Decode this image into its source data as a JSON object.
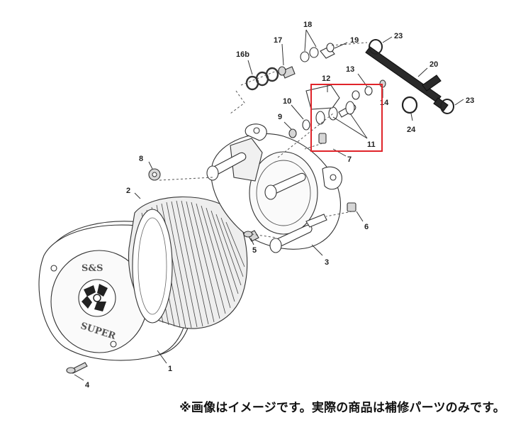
{
  "diagram": {
    "logo": {
      "brand": "S&S",
      "model": "SUPER"
    },
    "callouts": [
      {
        "id": "p1",
        "label": "1"
      },
      {
        "id": "p2",
        "label": "2"
      },
      {
        "id": "p3",
        "label": "3"
      },
      {
        "id": "p4",
        "label": "4"
      },
      {
        "id": "p5",
        "label": "5"
      },
      {
        "id": "p6",
        "label": "6"
      },
      {
        "id": "p7",
        "label": "7"
      },
      {
        "id": "p8",
        "label": "8"
      },
      {
        "id": "p9",
        "label": "9"
      },
      {
        "id": "p10",
        "label": "10"
      },
      {
        "id": "p11",
        "label": "11"
      },
      {
        "id": "p12",
        "label": "12"
      },
      {
        "id": "p13",
        "label": "13"
      },
      {
        "id": "p14",
        "label": "14"
      },
      {
        "id": "p16b",
        "label": "16b"
      },
      {
        "id": "p17",
        "label": "17"
      },
      {
        "id": "p18",
        "label": "18"
      },
      {
        "id": "p19",
        "label": "19"
      },
      {
        "id": "p20",
        "label": "20"
      },
      {
        "id": "p23a",
        "label": "23"
      },
      {
        "id": "p23b",
        "label": "23"
      },
      {
        "id": "p24",
        "label": "24"
      }
    ],
    "highlight_color": "#e0242a"
  },
  "disclaimer": "※画像はイメージです。実際の商品は補修パーツのみです。"
}
